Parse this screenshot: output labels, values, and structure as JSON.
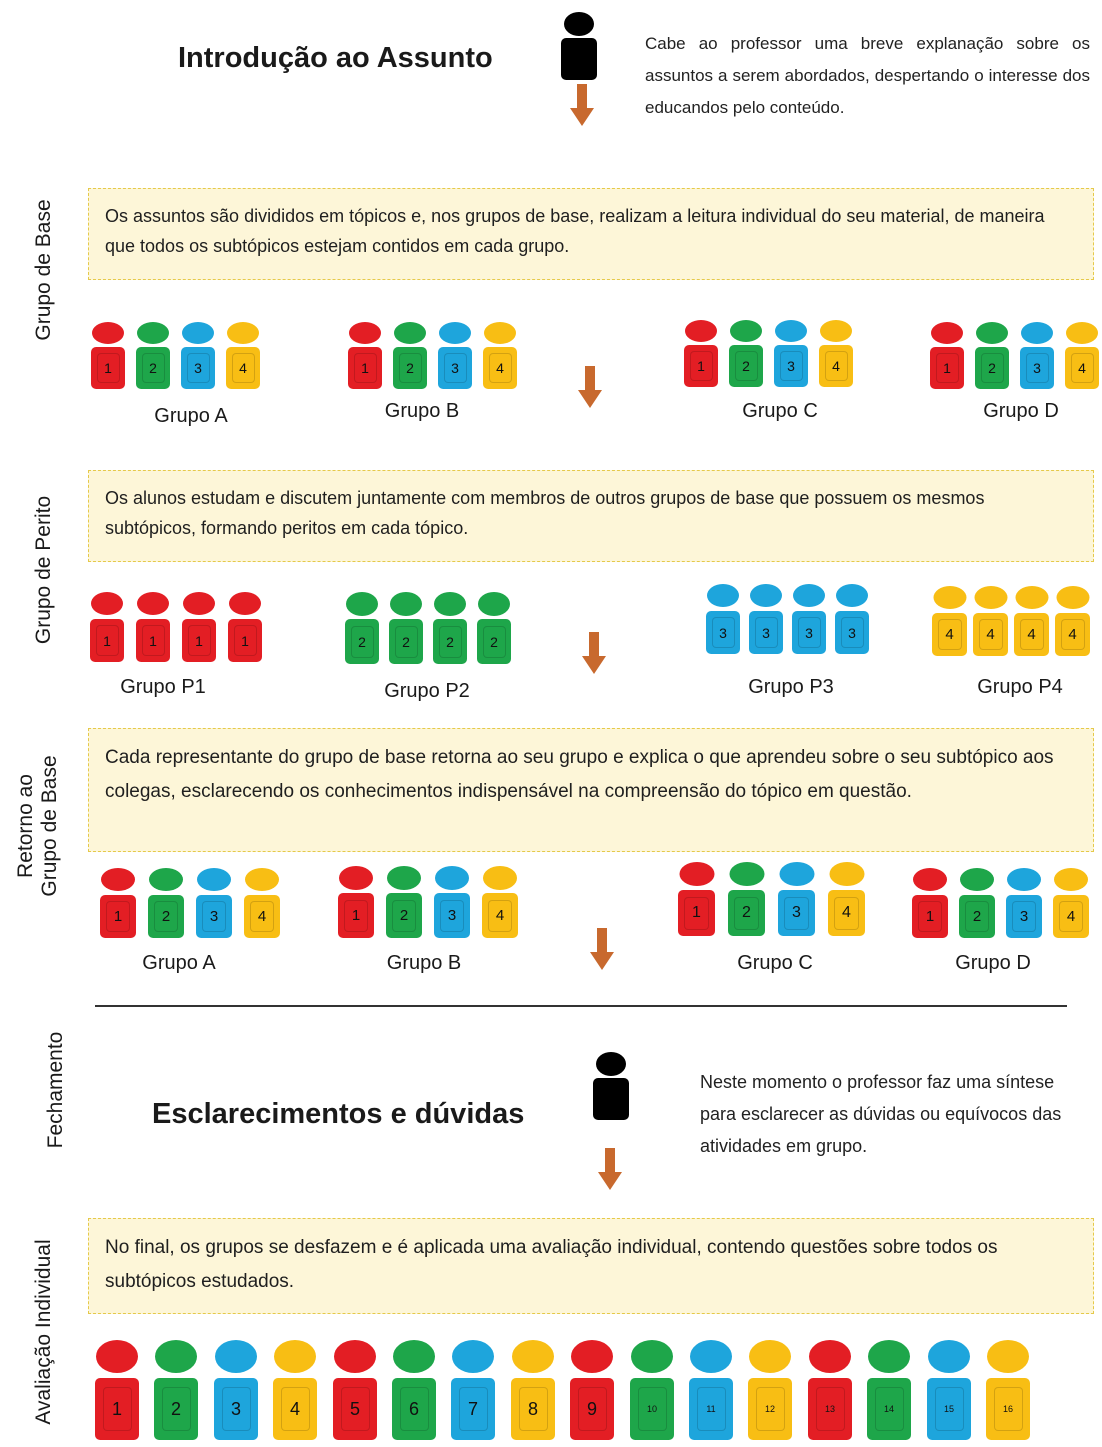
{
  "colors": {
    "1": "#e31e24",
    "2": "#1ea64a",
    "3": "#1ea5dc",
    "4": "#f8be14",
    "arrow": "#c8692e",
    "note_bg": "#fdf6d8",
    "note_border": "#e5c94a"
  },
  "intro": {
    "title": "Introdução ao Assunto",
    "text": "Cabe ao professor uma breve explanação sobre os assuntos a serem abordados, despertando o interesse dos educandos pelo conteúdo."
  },
  "base": {
    "side_label": "Grupo de Base",
    "note": "Os assuntos são divididos em tópicos e, nos grupos de base, realizam a leitura individual do seu material, de maneira que todos os subtópicos estejam contidos em cada grupo.",
    "groups": [
      {
        "label": "Grupo A",
        "members": [
          "1",
          "2",
          "3",
          "4"
        ]
      },
      {
        "label": "Grupo B",
        "members": [
          "1",
          "2",
          "3",
          "4"
        ]
      },
      {
        "label": "Grupo C",
        "members": [
          "1",
          "2",
          "3",
          "4"
        ]
      },
      {
        "label": "Grupo D",
        "members": [
          "1",
          "2",
          "3",
          "4"
        ]
      }
    ]
  },
  "expert": {
    "side_label": "Grupo de Perito",
    "note": "Os alunos estudam e discutem juntamente com membros de outros grupos de base que possuem os mesmos subtópicos, formando peritos em cada tópico.",
    "groups": [
      {
        "label": "Grupo P1",
        "members": [
          "1",
          "1",
          "1",
          "1"
        ]
      },
      {
        "label": "Grupo P2",
        "members": [
          "2",
          "2",
          "2",
          "2"
        ]
      },
      {
        "label": "Grupo P3",
        "members": [
          "3",
          "3",
          "3",
          "3"
        ]
      },
      {
        "label": "Grupo P4",
        "members": [
          "4",
          "4",
          "4",
          "4"
        ]
      }
    ]
  },
  "return": {
    "side_label_1": "Retorno ao",
    "side_label_2": "Grupo de Base",
    "note": "Cada representante do grupo de base retorna ao seu grupo e explica o que aprendeu sobre o seu subtópico aos colegas, esclarecendo os conhecimentos indispensável na compreensão do tópico em questão.",
    "groups": [
      {
        "label": "Grupo A",
        "members": [
          "1",
          "2",
          "3",
          "4"
        ]
      },
      {
        "label": "Grupo B",
        "members": [
          "1",
          "2",
          "3",
          "4"
        ]
      },
      {
        "label": "Grupo C",
        "members": [
          "1",
          "2",
          "3",
          "4"
        ]
      },
      {
        "label": "Grupo D",
        "members": [
          "1",
          "2",
          "3",
          "4"
        ]
      }
    ]
  },
  "closing": {
    "side_label": "Fechamento",
    "title": "Esclarecimentos e dúvidas",
    "text": "Neste momento o professor faz uma síntese para esclarecer as dúvidas ou equívocos das atividades em grupo."
  },
  "evaluation": {
    "side_label": "Avaliação Individual",
    "note": "No final, os grupos se desfazem e é aplicada uma avaliação individual, contendo questões sobre todos os subtópicos estudados.",
    "students": [
      {
        "n": "1",
        "c": "1"
      },
      {
        "n": "2",
        "c": "2"
      },
      {
        "n": "3",
        "c": "3"
      },
      {
        "n": "4",
        "c": "4"
      },
      {
        "n": "5",
        "c": "1"
      },
      {
        "n": "6",
        "c": "2"
      },
      {
        "n": "7",
        "c": "3"
      },
      {
        "n": "8",
        "c": "4"
      },
      {
        "n": "9",
        "c": "1"
      },
      {
        "n": "10",
        "c": "2"
      },
      {
        "n": "11",
        "c": "3"
      },
      {
        "n": "12",
        "c": "4"
      },
      {
        "n": "13",
        "c": "1"
      },
      {
        "n": "14",
        "c": "2"
      },
      {
        "n": "15",
        "c": "3"
      },
      {
        "n": "16",
        "c": "4"
      }
    ]
  }
}
